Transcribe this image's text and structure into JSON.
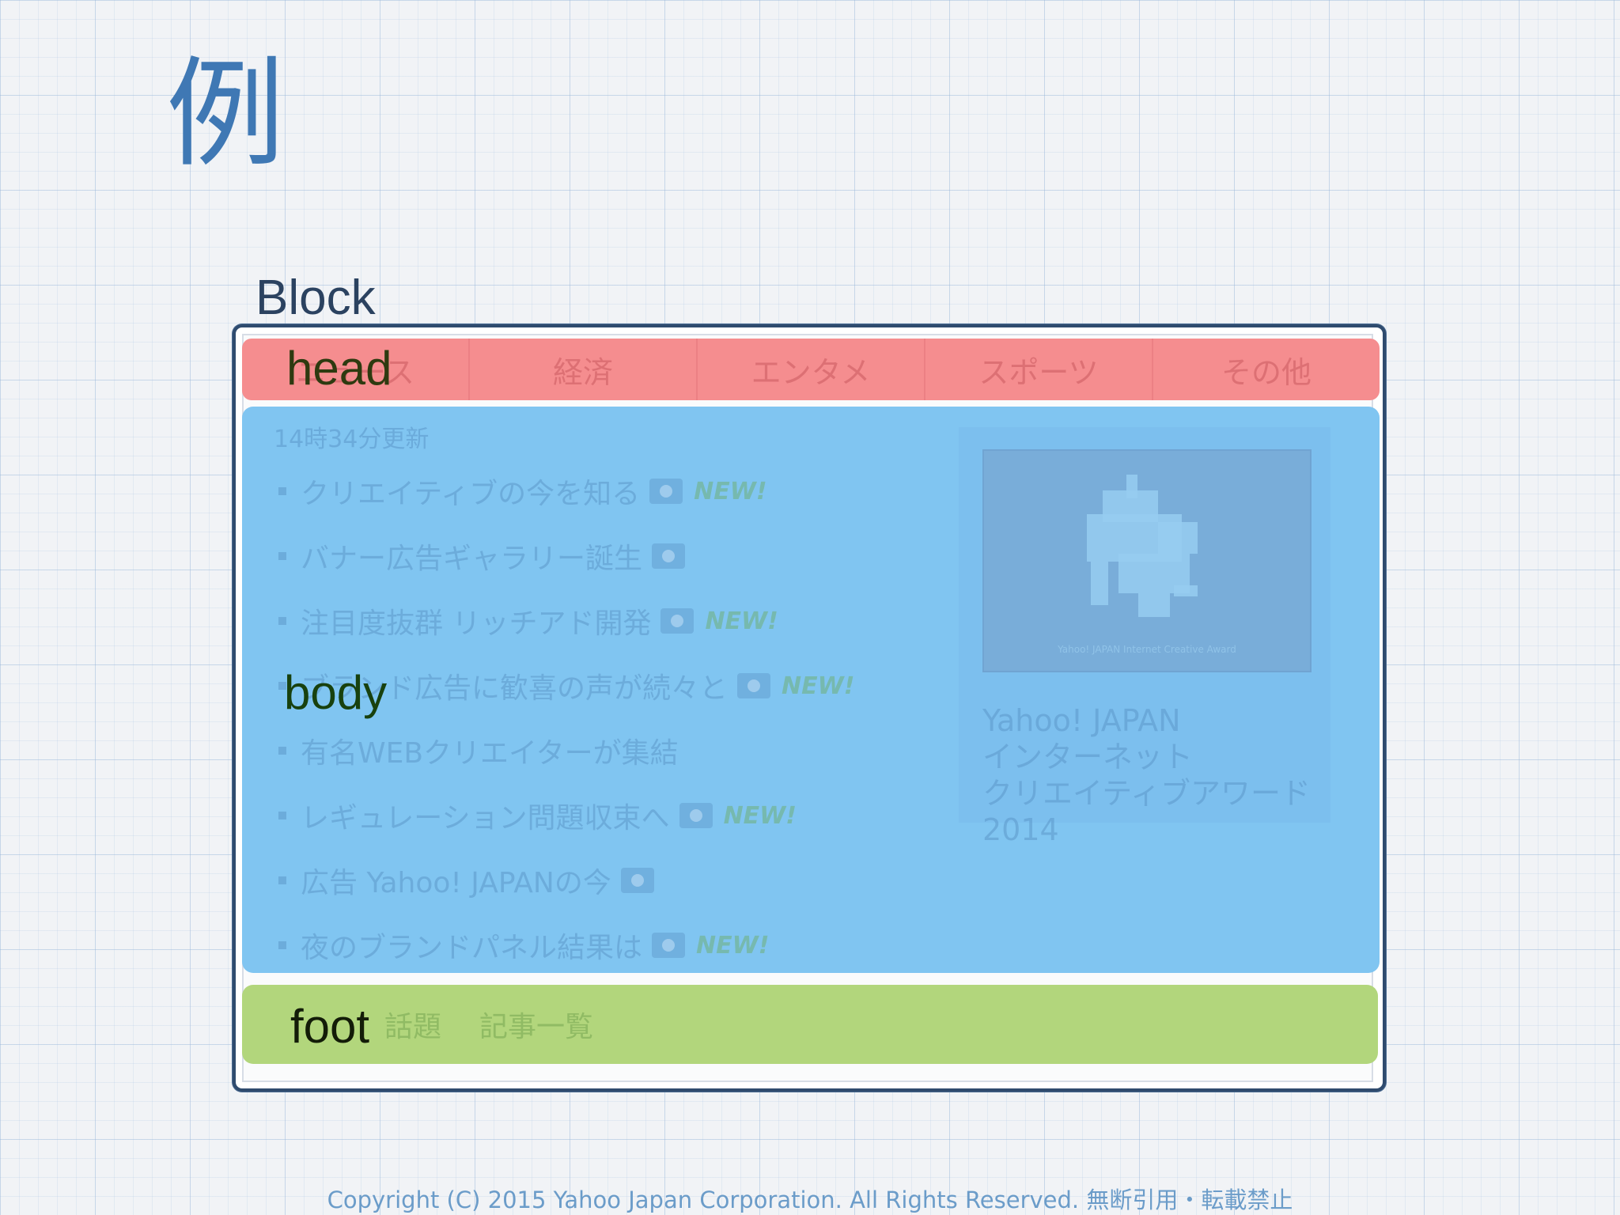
{
  "slide": {
    "title": "例",
    "block_label": "Block",
    "copyright": "Copyright (C) 2015 Yahoo Japan Corporation. All Rights Reserved. 無断引用・転載禁止"
  },
  "regions": {
    "head_label": "head",
    "body_label": "body",
    "foot_label": "foot"
  },
  "colors": {
    "head": "#f58d8f",
    "body": "#80c5f1",
    "foot": "#b2d67c",
    "title": "#3f78b4"
  },
  "module": {
    "tabs": [
      "ニュース",
      "経済",
      "エンタメ",
      "スポーツ",
      "その他"
    ],
    "updated": "14時34分更新",
    "news": [
      {
        "text": "クリエイティブの今を知る",
        "camera": true,
        "new": "NEW!"
      },
      {
        "text": "バナー広告ギャラリー誕生",
        "camera": true,
        "new": ""
      },
      {
        "text": "注目度抜群 リッチアド開発",
        "camera": true,
        "new": "NEW!"
      },
      {
        "text": "ブランド広告に歓喜の声が続々と",
        "camera": true,
        "new": "NEW!"
      },
      {
        "text": "有名WEBクリエイターが集結",
        "camera": false,
        "new": ""
      },
      {
        "text": "レギュレーション問題収束へ",
        "camera": true,
        "new": "NEW!"
      },
      {
        "text": "広告 Yahoo! JAPANの今",
        "camera": true,
        "new": ""
      },
      {
        "text": "夜のブランドパネル結果は",
        "camera": true,
        "new": "NEW!"
      }
    ],
    "feature": {
      "image_caption": "Yahoo! JAPAN Internet Creative Award",
      "title_lines": [
        "Yahoo! JAPAN",
        "インターネット",
        "クリエイティブアワード",
        "2014"
      ]
    },
    "foot_links": [
      "話題",
      "記事一覧"
    ]
  }
}
